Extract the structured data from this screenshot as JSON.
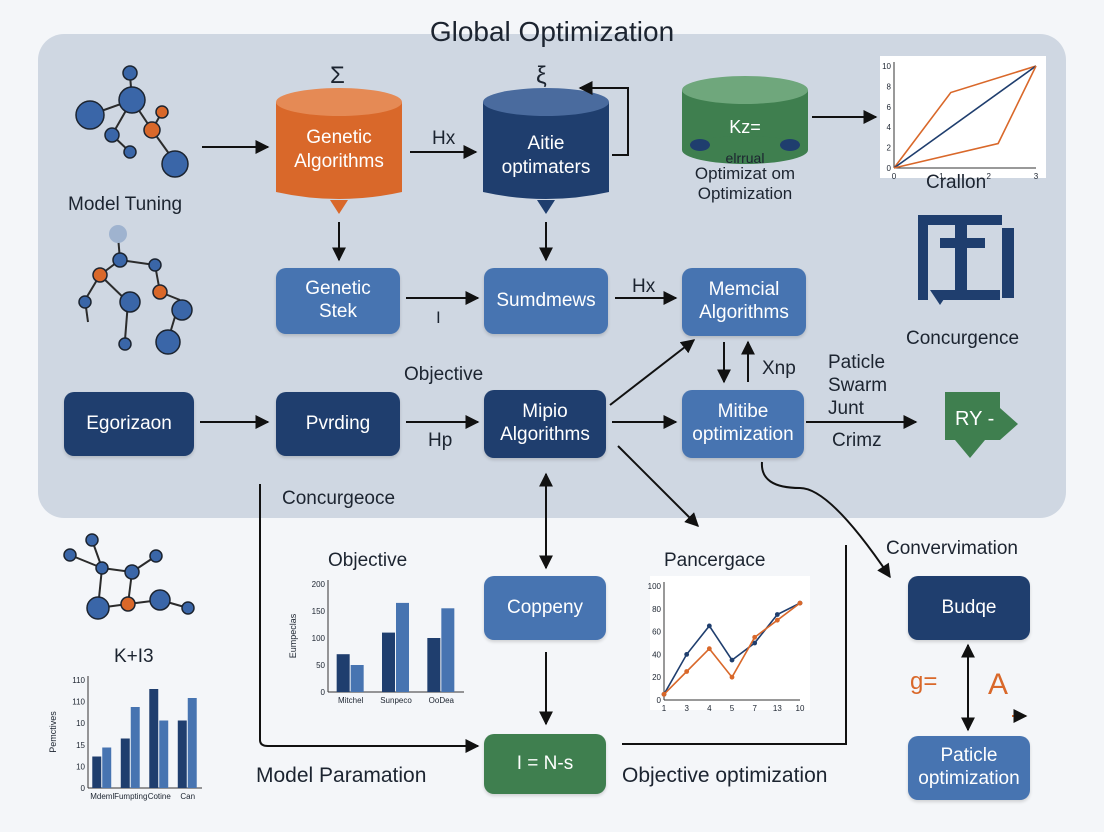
{
  "title": "Global Optimization",
  "left": {
    "model_tuning": "Model Tuning",
    "k_label": "K+I3",
    "concurgeoce": "Concurgeoce"
  },
  "cylinders": {
    "genetic_algorithms": {
      "line1": "Genetic",
      "line2": "Algorithms",
      "symbol": "Σ"
    },
    "aitie_optimaters": {
      "line1": "Aitie",
      "line2": "optimaters",
      "symbol": "ξ"
    },
    "kz": {
      "label": "Kz=",
      "caption1": "elrrual",
      "caption2": "Optimizat om",
      "caption3": "Optimization"
    }
  },
  "boxes": {
    "genetic_stek": {
      "line1": "Genetic",
      "line2": "Stek"
    },
    "sumdmews": "Sumdmews",
    "memcial_algorithms": {
      "line1": "Memcial",
      "line2": "Algorithms"
    },
    "egorizaon": "Egorizaon",
    "pvrding": "Pvrding",
    "mipio_algorithms": {
      "line1": "Mipio",
      "line2": "Algorithms"
    },
    "mitibe_optimization": {
      "line1": "Mitibe",
      "line2": "optimization"
    },
    "coppeny": "Coppeny",
    "i_ns": "I = N-s",
    "budqe": "Budqe",
    "paticle_optimization": {
      "line1": "Paticle",
      "line2": "optimization"
    },
    "ry": "RY -"
  },
  "edge_labels": {
    "hx1": "Hx",
    "hx2": "Hx",
    "i_mark": "I",
    "objective_top": "Objective",
    "hp": "Hp",
    "xnp": "Xnp",
    "paticle_swarm": [
      "Paticle",
      "Swarm",
      "Junt"
    ],
    "crimz": "Crimz"
  },
  "right": {
    "crallon": "Crallon",
    "concurgence": "Concurgence",
    "convervimation": "Convervimation",
    "glyph_a": "A",
    "glyph_g": "g="
  },
  "bottom": {
    "model_paramation": "Model Paramation",
    "objective_optimization": "Objective optimization",
    "pancergace": "Pancergace",
    "objective_chart_title": "Objective"
  },
  "colors": {
    "dark_blue": "#1f3e6e",
    "mid_blue": "#4774b1",
    "orange": "#d9682a",
    "green": "#3f7f4f",
    "panel": "#cfd7e2"
  },
  "chart_data": [
    {
      "type": "line",
      "title": "",
      "x_ticks": [
        "0",
        "1",
        "2",
        "3"
      ],
      "y_ticks": [
        "0",
        "2",
        "4",
        "6",
        "8",
        "10"
      ],
      "ylim": [
        0,
        10
      ],
      "series": [
        {
          "color": "#d9682a",
          "x": [
            0,
            1.2,
            3
          ],
          "y": [
            0,
            7.4,
            10
          ]
        },
        {
          "color": "#1f3e6e",
          "x": [
            0,
            3
          ],
          "y": [
            0,
            10
          ]
        },
        {
          "color": "#d9682a",
          "x": [
            0,
            2.2,
            3
          ],
          "y": [
            0,
            2.4,
            10
          ]
        }
      ]
    },
    {
      "type": "bar",
      "title": "Objective",
      "ylabel": "Eumpeclas",
      "categories": [
        "Mitchel",
        "Sunpeco",
        "OoDea"
      ],
      "y_ticks": [
        "0",
        "50",
        "100",
        "150",
        "200"
      ],
      "ylim": [
        0,
        200
      ],
      "series": [
        {
          "color": "#1f3e6e",
          "values": [
            70,
            110,
            100
          ]
        },
        {
          "color": "#4774b1",
          "values": [
            50,
            165,
            155
          ]
        }
      ]
    },
    {
      "type": "line",
      "title": "Pancergace",
      "x_ticks": [
        "1",
        "3",
        "4",
        "5",
        "7",
        "13",
        "10"
      ],
      "y_ticks": [
        "0",
        "20",
        "40",
        "60",
        "80",
        "100"
      ],
      "ylim": [
        0,
        100
      ],
      "series": [
        {
          "color": "#1f3e6e",
          "values": [
            5,
            40,
            65,
            35,
            50,
            75,
            85
          ]
        },
        {
          "color": "#d9682a",
          "values": [
            5,
            25,
            45,
            20,
            55,
            70,
            85
          ]
        }
      ]
    },
    {
      "type": "bar",
      "title": "",
      "ylabel": "Pemctives",
      "categories": [
        "Mdeml",
        "Fumpting",
        "Cotine",
        "Can"
      ],
      "y_ticks": [
        "0",
        "10",
        "15",
        "10",
        "110",
        "110"
      ],
      "ylim": [
        0,
        120
      ],
      "series": [
        {
          "color": "#1f3e6e",
          "values": [
            35,
            55,
            110,
            75
          ]
        },
        {
          "color": "#4774b1",
          "values": [
            45,
            90,
            75,
            100
          ]
        }
      ]
    }
  ]
}
